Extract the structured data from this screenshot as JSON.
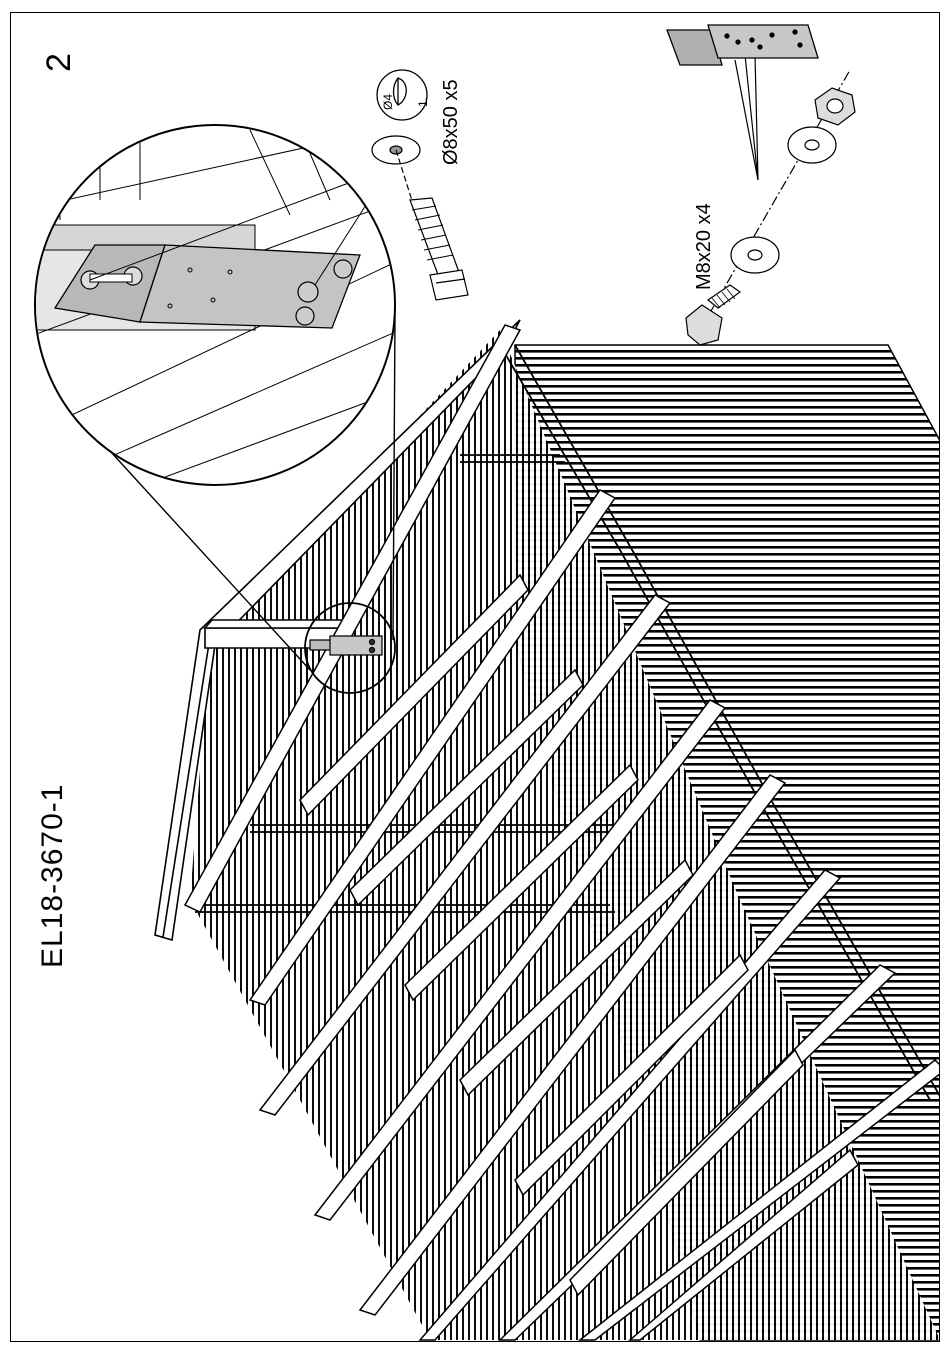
{
  "diagram": {
    "step_number": "2",
    "document_id": "EL18-3670-1",
    "hardware": [
      {
        "name": "bolt",
        "label": "M8x20 x4"
      },
      {
        "name": "screw",
        "label": "Ø8x50 x5"
      }
    ],
    "drill_symbol": {
      "diameter": "Ø4",
      "step": "1."
    }
  }
}
